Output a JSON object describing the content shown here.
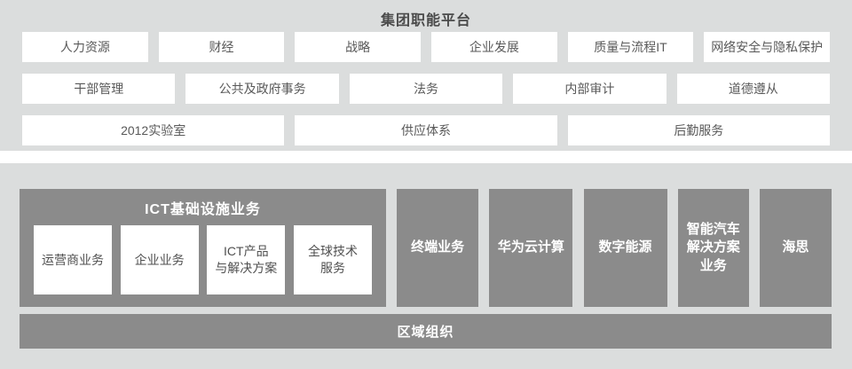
{
  "colors": {
    "section_background": "#dbdddd",
    "dark_box": "#8b8b8b",
    "white_box": "#ffffff",
    "dark_text": "#4a4a4a",
    "box_text": "#595959",
    "light_text": "#ffffff"
  },
  "platform": {
    "title": "集团职能平台",
    "rows": [
      [
        "人力资源",
        "财经",
        "战略",
        "企业发展",
        "质量与流程IT",
        "网络安全与隐私保护"
      ],
      [
        "干部管理",
        "公共及政府事务",
        "法务",
        "内部审计",
        "道德遵从"
      ],
      [
        "2012实验室",
        "供应体系",
        "后勤服务"
      ]
    ]
  },
  "businesses": {
    "ict": {
      "title": "ICT基础设施业务",
      "subs": [
        "运营商业务",
        "企业业务",
        "ICT产品\n与解决方案",
        "全球技术\n服务"
      ]
    },
    "verticals": [
      "终端业务",
      "华为云计算",
      "数字能源",
      "智能汽车\n解决方案\n业务",
      "海思"
    ],
    "region": "区域组织"
  }
}
